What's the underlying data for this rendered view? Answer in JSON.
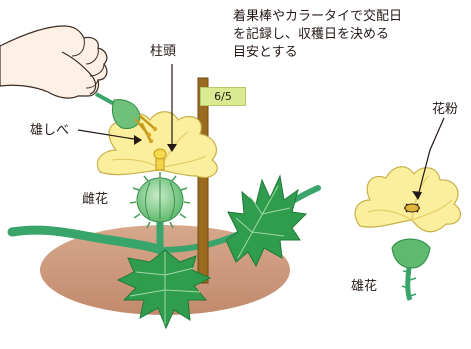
{
  "note": {
    "lines": [
      "着果棒やカラータイで交配日",
      "を記録し、収穫日を決める",
      "目安とする"
    ]
  },
  "labels": {
    "stigma": "柱頭",
    "stamen": "雄しべ",
    "female_flower": "雌花",
    "pollen": "花粉",
    "male_flower": "雄花"
  },
  "tag": {
    "date": "6/5"
  },
  "colors": {
    "petal": "#fbee9c",
    "leaf": "#2f9c4e",
    "leaf_dark": "#237a3b",
    "stem": "#3aa56a",
    "soil": "#c9967a",
    "stake": "#9b6a1e",
    "hand": "#fdf1e6",
    "anther": "#d7a824"
  }
}
